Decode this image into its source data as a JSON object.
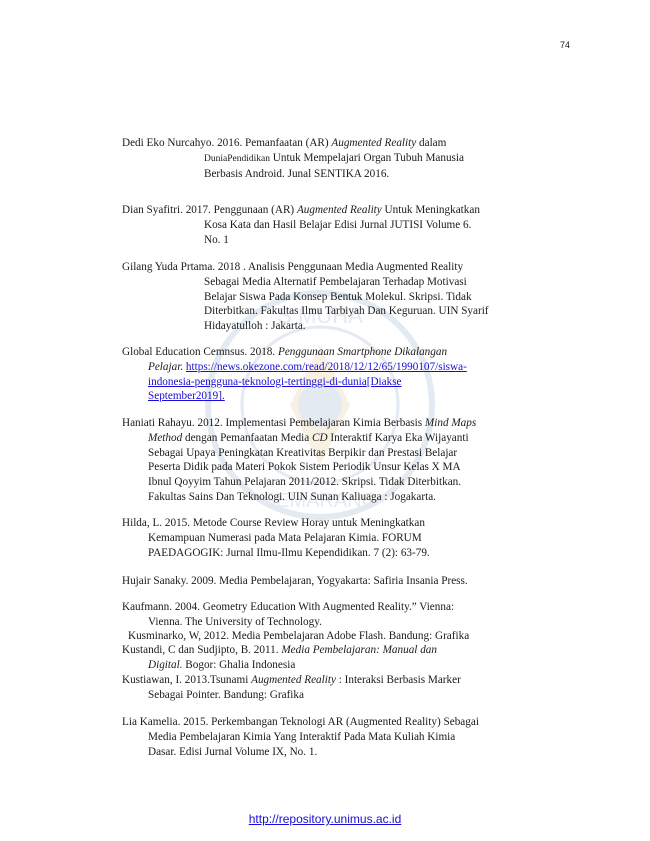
{
  "page_number": "74",
  "references": {
    "dedi": {
      "l1a": "Dedi Eko Nurcahyo. 2016. Pemanfaatan (AR) ",
      "l1i": "Augmented Reality",
      "l1b": " dalam",
      "l2a": "DuniaPendidikan",
      "l2b": " Untuk Mempelajari Organ Tubuh Manusia",
      "l3": "Berbasis Android. Junal SENTIKA 2016."
    },
    "dian": {
      "l1a": "Dian Syafitri. 2017. Penggunaan (AR) ",
      "l1i": "Augmented Reality",
      "l1b": " Untuk Meningkatkan",
      "l2": "Kosa Kata dan Hasil Belajar Edisi Jurnal JUTISI Volume 6.",
      "l3": "No. 1"
    },
    "gilang": {
      "l1": "Gilang Yuda Prtama. 2018 . Analisis Penggunaan Media Augmented Reality",
      "l2": "Sebagai Media Alternatif Pembelajaran Terhadap Motivasi",
      "l3": "Belajar Siswa Pada Konsep Bentuk Molekul. Skripsi. Tidak",
      "l4": "Diterbitkan. Fakultas Ilmu Tarbiyah Dan Keguruan. UIN Syarif",
      "l5": "Hidayatulloh : Jakarta."
    },
    "global": {
      "l1a": "Global Education Cemnsus. 2018. ",
      "l1i": "Penggunaan Smartphone Dikalangan",
      "l2i": "Pelajar.",
      "l2link": "https://news.okezone.com/read/2018/12/12/65/1990107/siswa-",
      "l3link": "indonesia-pengguna-teknologi-tertinggi-di-dunia",
      "l3b": "[Diakse",
      "l4": "September2019]."
    },
    "haniati": {
      "l1a": "Haniati Rahayu. 2012. Implementasi Pembelajaran Kimia Berbasis ",
      "l1i": "Mind Maps",
      "l2i1": "Method",
      "l2a": " dengan Pemanfaatan Media ",
      "l2i2": "CD",
      "l2b": " Interaktif Karya Eka Wijayanti",
      "l3": "Sebagai Upaya Peningkatan Kreativitas Berpikir dan Prestasi Belajar",
      "l4": "Peserta Didik pada Materi Pokok Sistem Periodik Unsur Kelas X MA",
      "l5": "Ibnul Qoyyim Tahun Pelajaran 2011/2012. Skripsi. Tidak Diterbitkan.",
      "l6": "Fakultas Sains Dan Teknologi. UIN Sunan Kaliuaga : Jogakarta."
    },
    "hilda": {
      "l1": "Hilda, L. 2015. Metode Course Review Horay untuk Meningkatkan",
      "l2": "Kemampuan Numerasi pada Mata Pelajaran Kimia. FORUM",
      "l3": "PAEDAGOGIK: Jurnal Ilmu-Ilmu Kependidikan. 7 (2): 63-79."
    },
    "hujair": {
      "l1": "Hujair Sanaky. 2009. Media Pembelajaran, Yogyakarta: Safiria Insania Press."
    },
    "kaufmann": {
      "l1": "Kaufmann. 2004. Geometry Education With Augmented Reality.” Vienna:",
      "l2": "Vienna. The University of Technology."
    },
    "kusminarko": {
      "l1": "Kusminarko, W, 2012. Media Pembelajaran Adobe Flash. Bandung: Grafika"
    },
    "kustandi": {
      "l1a": "Kustandi, C dan Sudjipto, B. 2011. ",
      "l1i": "Media Pembelajaran: Manual dan",
      "l2i": "Digital.",
      "l2b": " Bogor: Ghalia Indonesia"
    },
    "kustiawan": {
      "l1a": "Kustiawan, I. 2013.Tsunami ",
      "l1i": "Augmented Reality",
      "l1b": " : Interaksi Berbasis Marker",
      "l2": "Sebagai Pointer. Bandung: Grafika"
    },
    "lia": {
      "l1": "Lia Kamelia. 2015. Perkembangan Teknologi AR (Augmented Reality) Sebagai",
      "l2": "Media Pembelajaran Kimia Yang Interaktif Pada Mata Kuliah Kimia",
      "l3": "Dasar. Edisi Jurnal Volume IX, No. 1."
    }
  },
  "watermark": {
    "top_text": "S MUHA",
    "bottom_text": "SEMARANG"
  },
  "footer": {
    "link": "http://repository.unimus.ac.id"
  }
}
